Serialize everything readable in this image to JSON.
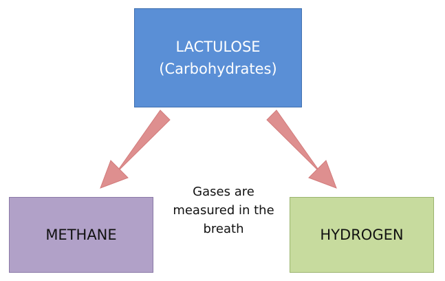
{
  "nodes": {
    "top": {
      "line1": "LACTULOSE",
      "line2": "(Carbohydrates)"
    },
    "left": {
      "label": "METHANE"
    },
    "right": {
      "label": "HYDROGEN"
    }
  },
  "caption": {
    "line1": "Gases are",
    "line2": "measured in the",
    "line3": "breath"
  },
  "colors": {
    "top_box": "#5a8fd6",
    "left_box": "#b1a1c8",
    "right_box": "#c7db9e",
    "arrow": "#de8f8f"
  }
}
